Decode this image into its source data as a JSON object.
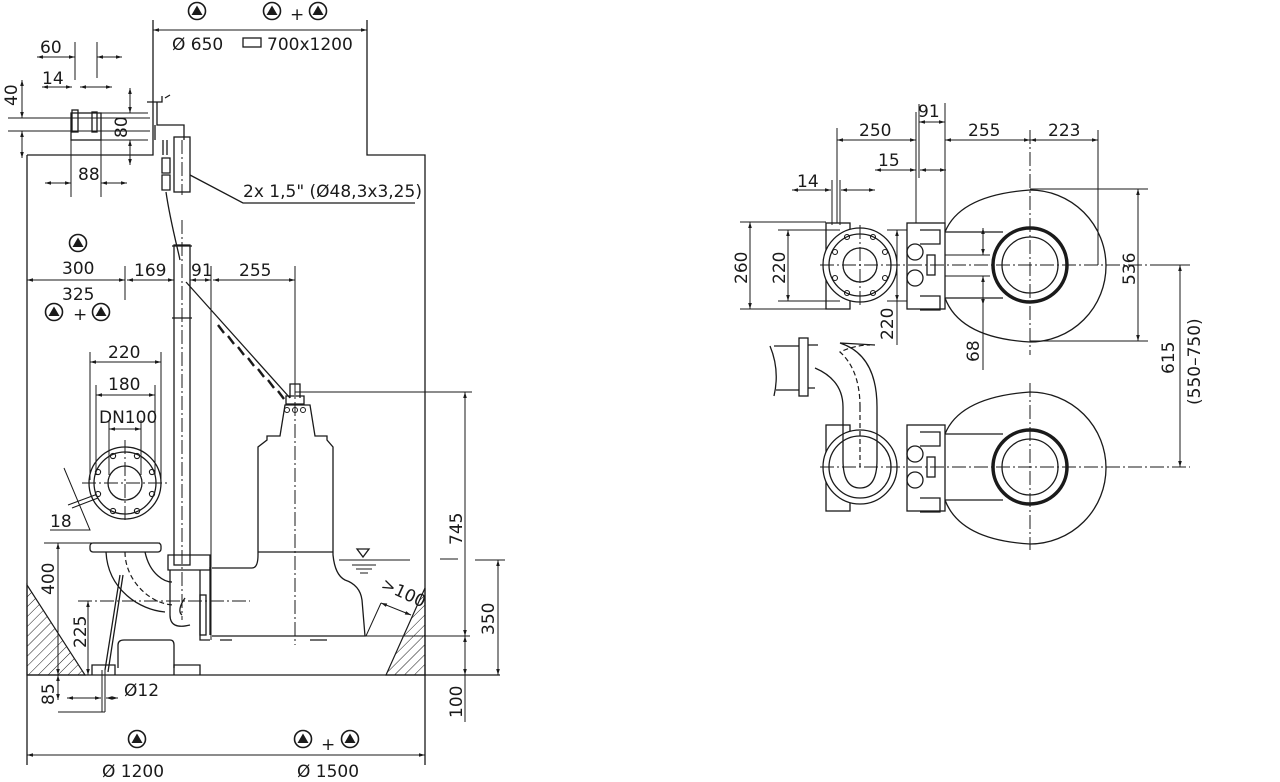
{
  "left_view": {
    "pit_top": {
      "label_round": "Ø 650",
      "label_rect": "700x1200",
      "plus": "+"
    },
    "pit_bottom": {
      "label_small": "Ø 1200",
      "label_large": "Ø 1500",
      "plus": "+"
    },
    "side_dims": {
      "plus": "+",
      "d300": "300",
      "d325": "325",
      "d169": "169",
      "d91": "91",
      "d255": "255"
    },
    "bracket": {
      "d60": "60",
      "d14": "14",
      "d40": "40",
      "d80": "80",
      "d88": "88"
    },
    "pipe_note": "2x 1,5\" (Ø48,3x3,25)",
    "flange": {
      "d220": "220",
      "d180": "180",
      "dn": "DN100",
      "d18": "18"
    },
    "heights": {
      "d400": "400",
      "d225": "225",
      "d85": "85",
      "d12": "Ø12",
      "clearance": ">100",
      "d745": "745",
      "d350": "350",
      "d100": "100"
    }
  },
  "top_view": {
    "d250": "250",
    "d91": "91",
    "d255": "255",
    "d223": "223",
    "d15": "15",
    "d14": "14",
    "d260": "260",
    "d220a": "220",
    "d220b": "220",
    "d68": "68",
    "d536": "536",
    "d615": "615",
    "d615_range": "(550–750)"
  }
}
